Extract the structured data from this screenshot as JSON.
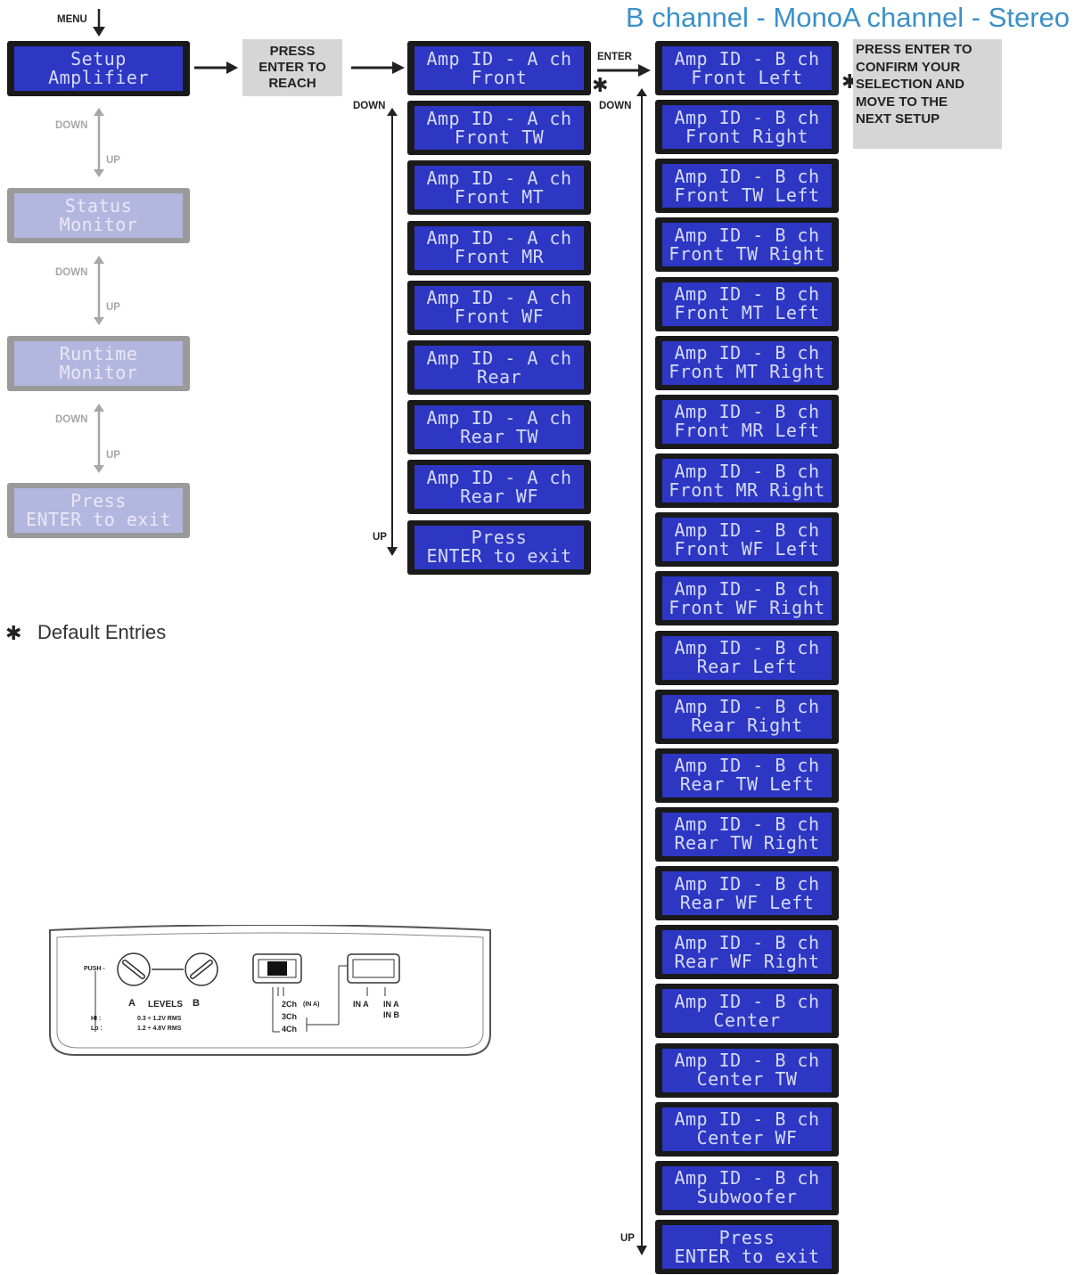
{
  "title": "B channel - MonoA channel - Stereo",
  "colors": {
    "lcd_screen": "#2d37c4",
    "lcd_text": "#d6daf6",
    "title": "#3a90c9"
  },
  "labels": {
    "menu": "MENU",
    "down": "DOWN",
    "up": "UP",
    "enter": "ENTER"
  },
  "press_enter_box": [
    "PRESS",
    "ENTER TO",
    "REACH"
  ],
  "confirm_box": [
    "PRESS ENTER TO",
    "CONFIRM YOUR",
    "SELECTION AND",
    "MOVE TO THE",
    "NEXT SETUP"
  ],
  "legend": {
    "symbol": "✱",
    "text": "Default Entries"
  },
  "main_menu": [
    {
      "line1": "Setup",
      "line2": "Amplifier",
      "active": true
    },
    {
      "line1": "Status",
      "line2": "Monitor",
      "active": false
    },
    {
      "line1": "Runtime",
      "line2": "Monitor",
      "active": false
    },
    {
      "line1": "Press",
      "line2": "ENTER to exit",
      "active": false
    }
  ],
  "a_channel": [
    {
      "line1": "Amp ID - A ch",
      "line2": "Front"
    },
    {
      "line1": "Amp ID - A ch",
      "line2": "Front TW"
    },
    {
      "line1": "Amp ID - A ch",
      "line2": "Front MT"
    },
    {
      "line1": "Amp ID - A ch",
      "line2": "Front MR"
    },
    {
      "line1": "Amp ID - A ch",
      "line2": "Front WF"
    },
    {
      "line1": "Amp ID - A ch",
      "line2": "Rear"
    },
    {
      "line1": "Amp ID - A ch",
      "line2": "Rear TW"
    },
    {
      "line1": "Amp ID - A ch",
      "line2": "Rear WF"
    },
    {
      "line1": "Press",
      "line2": "ENTER to exit"
    }
  ],
  "b_channel": [
    {
      "line1": "Amp ID - B ch",
      "line2": "Front Left"
    },
    {
      "line1": "Amp ID - B ch",
      "line2": "Front Right"
    },
    {
      "line1": "Amp ID - B ch",
      "line2": "Front TW Left"
    },
    {
      "line1": "Amp ID - B ch",
      "line2": "Front TW Right"
    },
    {
      "line1": "Amp ID - B ch",
      "line2": "Front MT Left"
    },
    {
      "line1": "Amp ID - B ch",
      "line2": "Front MT Right"
    },
    {
      "line1": "Amp ID - B ch",
      "line2": "Front MR Left"
    },
    {
      "line1": "Amp ID - B ch",
      "line2": "Front MR Right"
    },
    {
      "line1": "Amp ID - B ch",
      "line2": "Front WF Left"
    },
    {
      "line1": "Amp ID - B ch",
      "line2": "Front WF Right"
    },
    {
      "line1": "Amp ID - B ch",
      "line2": "Rear Left"
    },
    {
      "line1": "Amp ID - B ch",
      "line2": "Rear Right"
    },
    {
      "line1": "Amp ID - B ch",
      "line2": "Rear TW Left"
    },
    {
      "line1": "Amp ID - B ch",
      "line2": "Rear TW Right"
    },
    {
      "line1": "Amp ID - B ch",
      "line2": "Rear WF Left"
    },
    {
      "line1": "Amp ID - B ch",
      "line2": "Rear WF Right"
    },
    {
      "line1": "Amp ID - B ch",
      "line2": "Center"
    },
    {
      "line1": "Amp ID - B ch",
      "line2": "Center TW"
    },
    {
      "line1": "Amp ID - B ch",
      "line2": "Center WF"
    },
    {
      "line1": "Amp ID - B ch",
      "line2": "Subwoofer"
    },
    {
      "line1": "Press",
      "line2": "ENTER to exit"
    }
  ],
  "panel": {
    "push": "PUSH -",
    "levels_a": "A",
    "levels": "LEVELS",
    "levels_b": "B",
    "hi": "HI :",
    "lo": "Lo :",
    "hi_range": "0.3 ÷ 1.2V RMS",
    "lo_range": "1.2 ÷ 4.8V RMS",
    "ch2": "2Ch",
    "ch2_note": "(IN A)",
    "ch3": "3Ch",
    "ch4": "4Ch",
    "in_a": "IN A",
    "in_ab_1": "IN A",
    "in_ab_2": "IN B"
  }
}
